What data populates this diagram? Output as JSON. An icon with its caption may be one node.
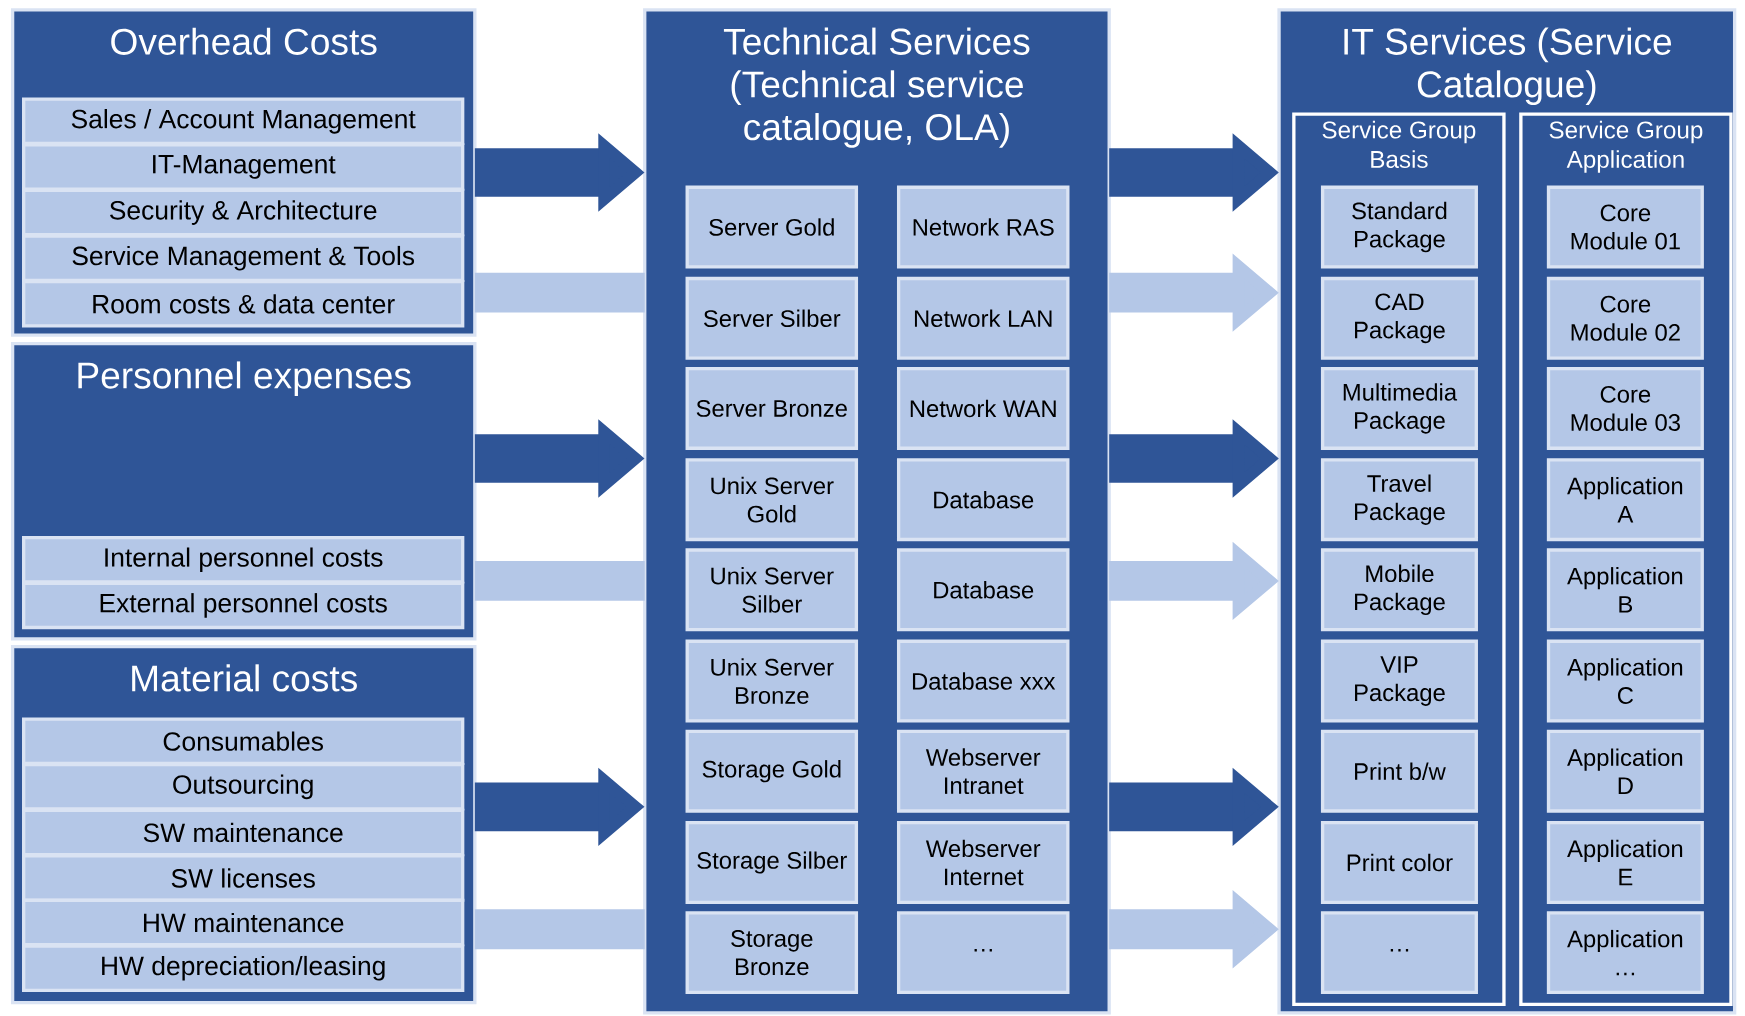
{
  "diagram": {
    "nodes": [
      {
        "text": [
          "Overhead Costs"
        ]
      },
      {
        "text": [
          "Sales / Account Management"
        ],
        "in": 0
      },
      {
        "text": [
          "IT-Management"
        ],
        "in": 0
      },
      {
        "text": [
          "Security & Architecture"
        ],
        "in": 0
      },
      {
        "text": [
          "Service Management & Tools"
        ],
        "in": 0
      },
      {
        "text": [
          "Room costs & data center"
        ],
        "in": 0
      },
      {
        "text": [
          "Personnel expenses"
        ]
      },
      {
        "text": [
          "Internal personnel costs"
        ],
        "in": 6
      },
      {
        "text": [
          "External personnel costs"
        ],
        "in": 6
      },
      {
        "text": [
          "Material costs"
        ]
      },
      {
        "text": [
          "Consumables"
        ],
        "in": 9
      },
      {
        "text": [
          "Outsourcing"
        ],
        "in": 9
      },
      {
        "text": [
          "SW maintenance"
        ],
        "in": 9
      },
      {
        "text": [
          "SW licenses"
        ],
        "in": 9
      },
      {
        "text": [
          "HW maintenance"
        ],
        "in": 9
      },
      {
        "text": [
          "HW depreciation/leasing"
        ],
        "in": 9
      },
      {
        "text": [
          "Technical Services (Technical service catalogue, OLA)"
        ]
      },
      {
        "text": [
          "Server Gold"
        ],
        "in": 16
      },
      {
        "text": [
          "Network RAS"
        ],
        "in": 16
      },
      {
        "text": [
          "Server Silber"
        ],
        "in": 16
      },
      {
        "text": [
          "Network LAN"
        ],
        "in": 16
      },
      {
        "text": [
          "Server Bronze"
        ],
        "in": 16
      },
      {
        "text": [
          "Network WAN"
        ],
        "in": 16
      },
      {
        "text": [
          "Unix Server Gold"
        ],
        "in": 16
      },
      {
        "text": [
          "Database"
        ],
        "in": 16
      },
      {
        "text": [
          "Unix Server Silber"
        ],
        "in": 16
      },
      {
        "text": [
          "Database"
        ],
        "in": 16
      },
      {
        "text": [
          "Unix Server Bronze"
        ],
        "in": 16
      },
      {
        "text": [
          "Database xxx"
        ],
        "in": 16
      },
      {
        "text": [
          "Storage Gold"
        ],
        "in": 16
      },
      {
        "text": [
          "Webserver Intranet"
        ],
        "in": 16
      },
      {
        "text": [
          "Storage Silber"
        ],
        "in": 16
      },
      {
        "text": [
          "Webserver Internet"
        ],
        "in": 16
      },
      {
        "text": [
          "Storage Bronze"
        ],
        "in": 16
      },
      {
        "text": [
          "…"
        ],
        "in": 16
      },
      {
        "text": [
          "IT Services (Service Catalogue)"
        ]
      },
      {
        "text": [
          "Service Group Basis"
        ],
        "in": 35
      },
      {
        "text": [
          "Standard Package"
        ],
        "in": 36
      },
      {
        "text": [
          "CAD Package"
        ],
        "in": 36
      },
      {
        "text": [
          "Multimedia Package"
        ],
        "in": 36
      },
      {
        "text": [
          "Travel Package"
        ],
        "in": 36
      },
      {
        "text": [
          "Mobile Package"
        ],
        "in": 36
      },
      {
        "text": [
          "VIP Package"
        ],
        "in": 36
      },
      {
        "text": [
          "Print b/w"
        ],
        "in": 36
      },
      {
        "text": [
          "Print color"
        ],
        "in": 36
      },
      {
        "text": [
          "…"
        ],
        "in": 36
      },
      {
        "text": [
          "Service Group Application"
        ],
        "in": 35
      },
      {
        "text": [
          "Core Module 01"
        ],
        "in": 46
      },
      {
        "text": [
          "Core Module 02"
        ],
        "in": 46
      },
      {
        "text": [
          "Core Module 03"
        ],
        "in": 46
      },
      {
        "text": [
          "Application A"
        ],
        "in": 46
      },
      {
        "text": [
          "Application B"
        ],
        "in": 46
      },
      {
        "text": [
          "Application C"
        ],
        "in": 46
      },
      {
        "text": [
          "Application D"
        ],
        "in": 46
      },
      {
        "text": [
          "Application E"
        ],
        "in": 46
      },
      {
        "text": [
          "Application …"
        ],
        "in": 46
      }
    ],
    "edges": [
      {
        "from": 0,
        "to": 16,
        "arrow": "to"
      },
      {
        "from": 0,
        "to": 16,
        "arrow": "none",
        "color": "#b4c7e7"
      },
      {
        "from": 6,
        "to": 16,
        "arrow": "to"
      },
      {
        "from": 6,
        "to": 16,
        "arrow": "none",
        "color": "#b4c7e7"
      },
      {
        "from": 9,
        "to": 16,
        "arrow": "to"
      },
      {
        "from": 9,
        "to": 16,
        "arrow": "none",
        "color": "#b4c7e7"
      },
      {
        "from": 16,
        "to": 35,
        "arrow": "to"
      },
      {
        "from": 16,
        "to": 35,
        "arrow": "to",
        "color": "#b4c7e7"
      },
      {
        "from": 16,
        "to": 35,
        "arrow": "to"
      },
      {
        "from": 16,
        "to": 35,
        "arrow": "to",
        "color": "#b4c7e7"
      },
      {
        "from": 16,
        "to": 35,
        "arrow": "to"
      },
      {
        "from": 16,
        "to": 35,
        "arrow": "to",
        "color": "#b4c7e7"
      }
    ]
  }
}
